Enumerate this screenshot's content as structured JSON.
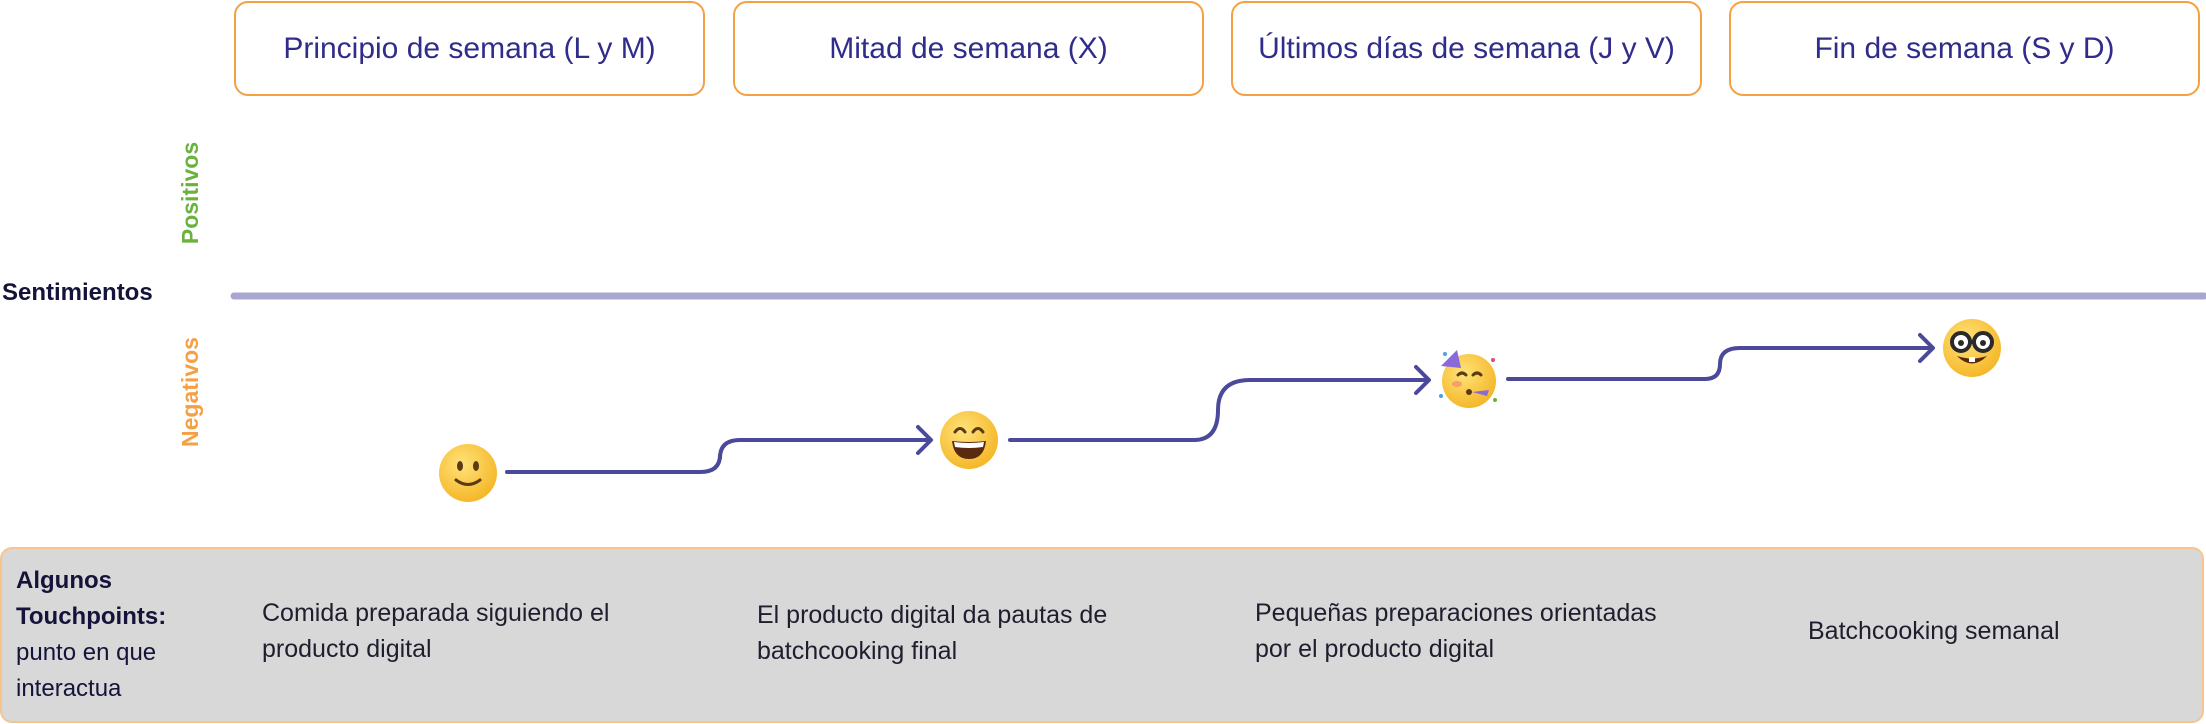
{
  "phases": [
    {
      "label": "Principio de semana (L y M)"
    },
    {
      "label": "Mitad de semana (X)"
    },
    {
      "label": "Últimos días de semana (J y V)"
    },
    {
      "label": "Fin de semana (S y D)"
    }
  ],
  "axis": {
    "positive_label": "Positivos",
    "negative_label": "Negativos",
    "feelings_label": "Sentimientos"
  },
  "emotions": [
    {
      "icon": "slightly-smiling-face-icon",
      "level": -0.68
    },
    {
      "icon": "grinning-face-icon",
      "level": -0.55
    },
    {
      "icon": "partying-face-icon",
      "level": -0.32
    },
    {
      "icon": "nerd-face-icon",
      "level": -0.2
    }
  ],
  "touchpoints": {
    "header_bold": "Algunos Touchpoints:",
    "header_rest": "punto en que interactua",
    "items": [
      "Comida preparada siguiendo el producto digital",
      "El producto digital da pautas de batchcooking final",
      "Pequeñas preparaciones orientadas por el producto digital",
      "Batchcooking semanal"
    ]
  },
  "colors": {
    "phase_border": "#f5a043",
    "phase_text": "#2f2c8a",
    "positive": "#6ab23e",
    "negative": "#f5a043",
    "baseline": "#a9a6d2",
    "path": "#4b4999",
    "panel_bg": "#d8d8d8"
  }
}
